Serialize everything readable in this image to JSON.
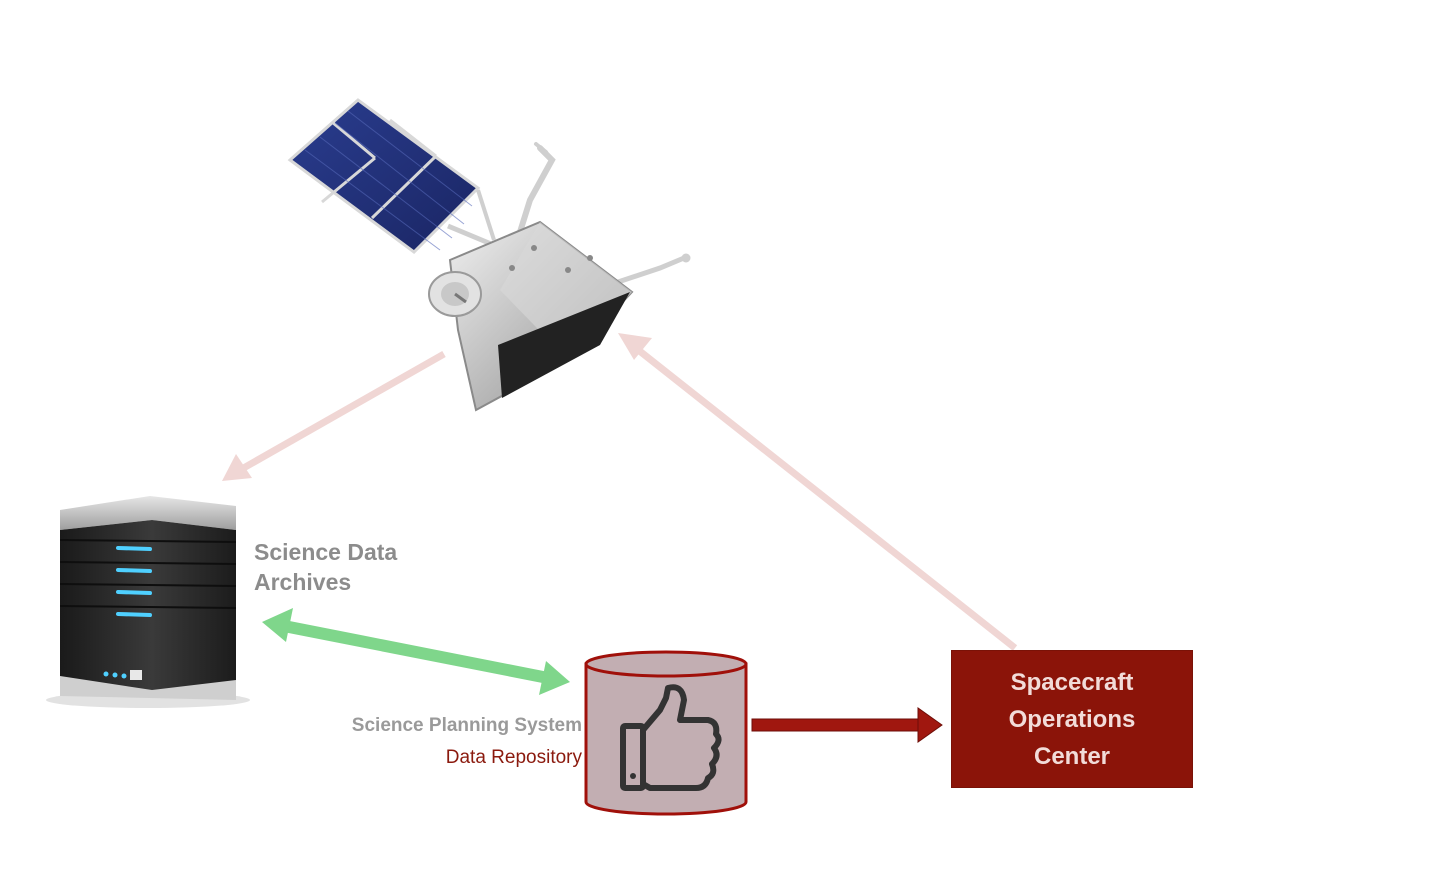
{
  "nodes": {
    "archives": {
      "label_line1": "Science Data",
      "label_line2": "Archives",
      "icon": "server-tower-icon"
    },
    "repository": {
      "label_sps": "Science Planning System",
      "label_repo": "Data Repository",
      "icon": "database-cylinder-icon",
      "inner_icon": "thumbs-up-icon"
    },
    "soc": {
      "line1": "Spacecraft",
      "line2": "Operations",
      "line3": "Center"
    },
    "spacecraft": {
      "icon": "satellite-icon"
    }
  },
  "edges": [
    {
      "from": "spacecraft",
      "to": "archives",
      "style": "light-red",
      "arrow": "to"
    },
    {
      "from": "soc",
      "to": "spacecraft",
      "style": "light-red",
      "arrow": "to"
    },
    {
      "from": "archives",
      "to": "repository",
      "style": "green",
      "arrow": "both"
    },
    {
      "from": "repository",
      "to": "soc",
      "style": "dark-red",
      "arrow": "to"
    }
  ],
  "colors": {
    "soc_fill": "#8b1409",
    "soc_text": "#f2dcd9",
    "repo_fill": "#c2aeb2",
    "repo_stroke": "#a0100a",
    "light_arrow": "#f0d6d4",
    "green_arrow": "#7fd68b",
    "dark_arrow": "#a0170f",
    "archives_text": "#8c8c8c",
    "sps_text": "#9a9a9a",
    "repo_text": "#8b1a0e"
  }
}
